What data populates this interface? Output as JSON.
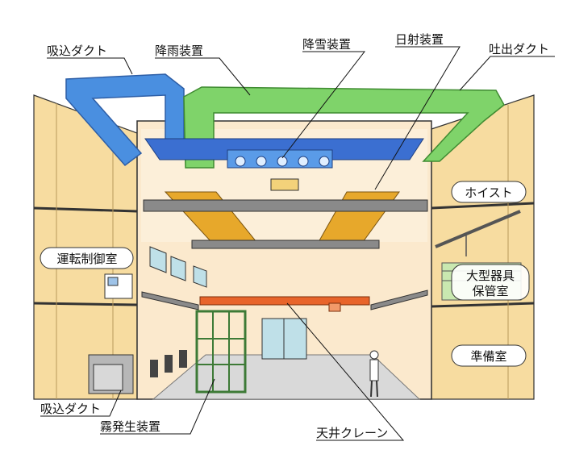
{
  "labels": {
    "intake_duct_top": "吸込ダクト",
    "rain_device": "降雨装置",
    "snow_device": "降雪装置",
    "sun_device": "日射装置",
    "exhaust_duct": "吐出ダクト",
    "intake_duct_bottom": "吸込ダクト",
    "fog_generator": "霧発生装置",
    "ceiling_crane": "天井クレーン"
  },
  "rooms": {
    "control_room": "運転制御室",
    "hoist": "ホイスト",
    "large_equipment_storage_line1": "大型器具",
    "large_equipment_storage_line2": "保管室",
    "preparation_room": "準備室"
  },
  "colors": {
    "wall": "#f7dca0",
    "wall_shade": "#e9c77f",
    "interior": "#fbe9cd",
    "floor": "#d9d9d9",
    "intake_duct": "#4a8fe0",
    "exhaust_duct": "#7fd36a",
    "rain_frame": "#3b6fd1",
    "rig_yellow": "#e7a82b",
    "crane": "#e8642a",
    "rig_green": "#3d7a36",
    "beam": "#8a8a8a"
  }
}
